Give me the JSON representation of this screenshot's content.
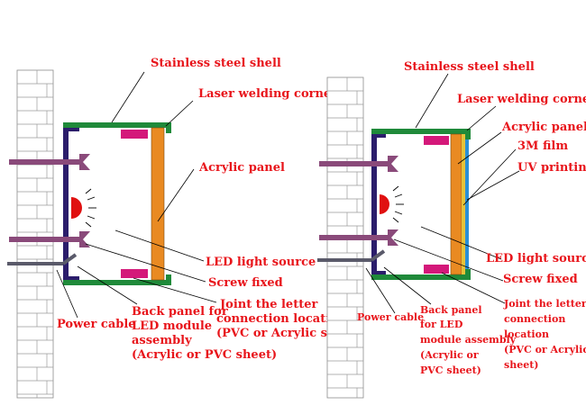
{
  "colors": {
    "label": "#e8151b",
    "shell": "#1f8a3a",
    "back_panel": "#2b1d6b",
    "acrylic": "#e98a22",
    "led_module": "#d4187a",
    "led_dome": "#e01010",
    "screw": "#8a4a7a",
    "power_cable": "#5a5a6a",
    "film_3m": "#e6c23a",
    "uv_print": "#2a8fd6",
    "wall": "#ffffff"
  },
  "left": {
    "stainless": "Stainless steel shell",
    "laser": "Laser welding corner",
    "acrylic": "Acrylic panel",
    "led": "LED light source",
    "screw": "Screw fixed",
    "joint": [
      "Joint the letter",
      "connection location",
      "(PVC or Acrylic sheet)"
    ],
    "power": "Power cable",
    "back": [
      "Back panel for",
      "LED module",
      "assembly",
      "(Acrylic or PVC sheet)"
    ]
  },
  "right": {
    "stainless": "Stainless steel shell",
    "laser": "Laser welding corner",
    "acrylic": "Acrylic panel",
    "film": "3M film",
    "uv": "UV printing",
    "led": "LED light source",
    "screw": "Screw fixed",
    "joint": [
      "Joint the letter",
      "connection",
      "location",
      "(PVC or Acrylic",
      "sheet)"
    ],
    "power": "Power cable",
    "back": [
      "Back panel",
      "for LED",
      "module assembly",
      "(Acrylic or",
      "PVC sheet)"
    ]
  }
}
